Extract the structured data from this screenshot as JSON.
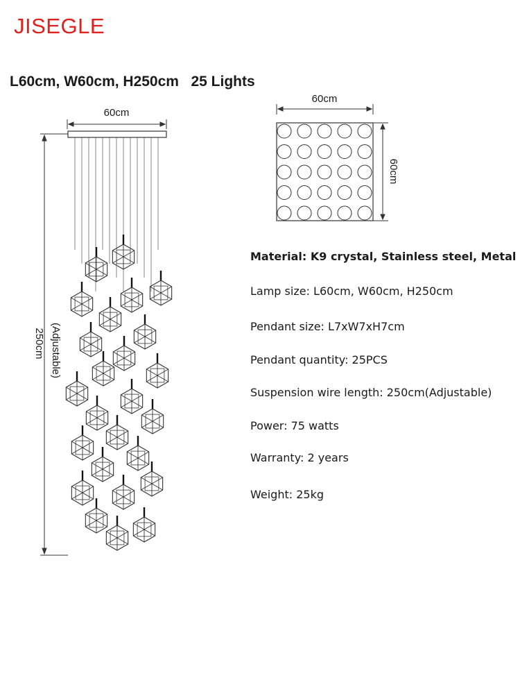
{
  "brand": "JISEGLE",
  "headline": "L60cm, W60cm, H250cm   25 Lights",
  "front_view": {
    "width_label": "60cm",
    "height_label": "250cm",
    "adjustable_label": "(Adjustable)",
    "pendant_count": 25,
    "pendant_icon": "crystal-pendant-icon"
  },
  "top_view": {
    "width_label": "60cm",
    "depth_label": "60cm",
    "rows": 5,
    "cols": 5
  },
  "specs": [
    {
      "id": "material",
      "text": "Material: K9 crystal, Stainless steel, Metal"
    },
    {
      "id": "lamp-size",
      "text": "Lamp size: L60cm, W60cm, H250cm"
    },
    {
      "id": "pendant-size",
      "text": "Pendant size: L7xW7xH7cm"
    },
    {
      "id": "pendant-quantity",
      "text": "Pendant quantity: 25PCS"
    },
    {
      "id": "wire-length",
      "text": "Suspension wire length: 250cm(Adjustable)"
    },
    {
      "id": "power",
      "text": "Power: 75 watts"
    },
    {
      "id": "warranty",
      "text": "Warranty: 2 years"
    },
    {
      "id": "weight",
      "text": "Weight:  25kg"
    }
  ],
  "colors": {
    "brand": "#e0211d",
    "line": "#333333"
  }
}
